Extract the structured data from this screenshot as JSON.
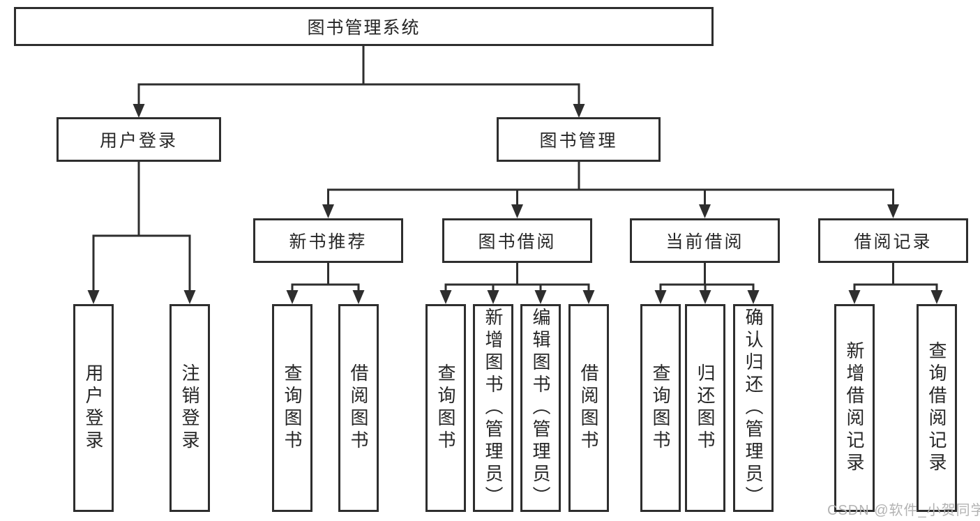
{
  "diagram": {
    "type": "tree",
    "root": {
      "label": "图书管理系统"
    },
    "login": {
      "label": "用户登录",
      "children": [
        {
          "label": "用户登录"
        },
        {
          "label": "注销登录"
        }
      ]
    },
    "management": {
      "label": "图书管理",
      "groups": [
        {
          "label": "新书推荐",
          "children": [
            {
              "label": "查询图书"
            },
            {
              "label": "借阅图书"
            }
          ]
        },
        {
          "label": "图书借阅",
          "children": [
            {
              "label": "查询图书"
            },
            {
              "label": "新增图书（管理员）"
            },
            {
              "label": "编辑图书（管理员）"
            },
            {
              "label": "借阅图书"
            }
          ]
        },
        {
          "label": "当前借阅",
          "children": [
            {
              "label": "查询图书"
            },
            {
              "label": "归还图书"
            },
            {
              "label": "确认归还（管理员）"
            }
          ]
        },
        {
          "label": "借阅记录",
          "children": [
            {
              "label": "新增借阅记录"
            },
            {
              "label": "查询借阅记录"
            }
          ]
        }
      ]
    },
    "watermark": "CSDN @软件_小贺同学"
  },
  "colors": {
    "line": "#2e2e2e",
    "box_border": "#2e2e2e",
    "box_fill": "#ffffff",
    "text": "#262626",
    "watermark": "#b3b3b3",
    "background": "#ffffff"
  }
}
